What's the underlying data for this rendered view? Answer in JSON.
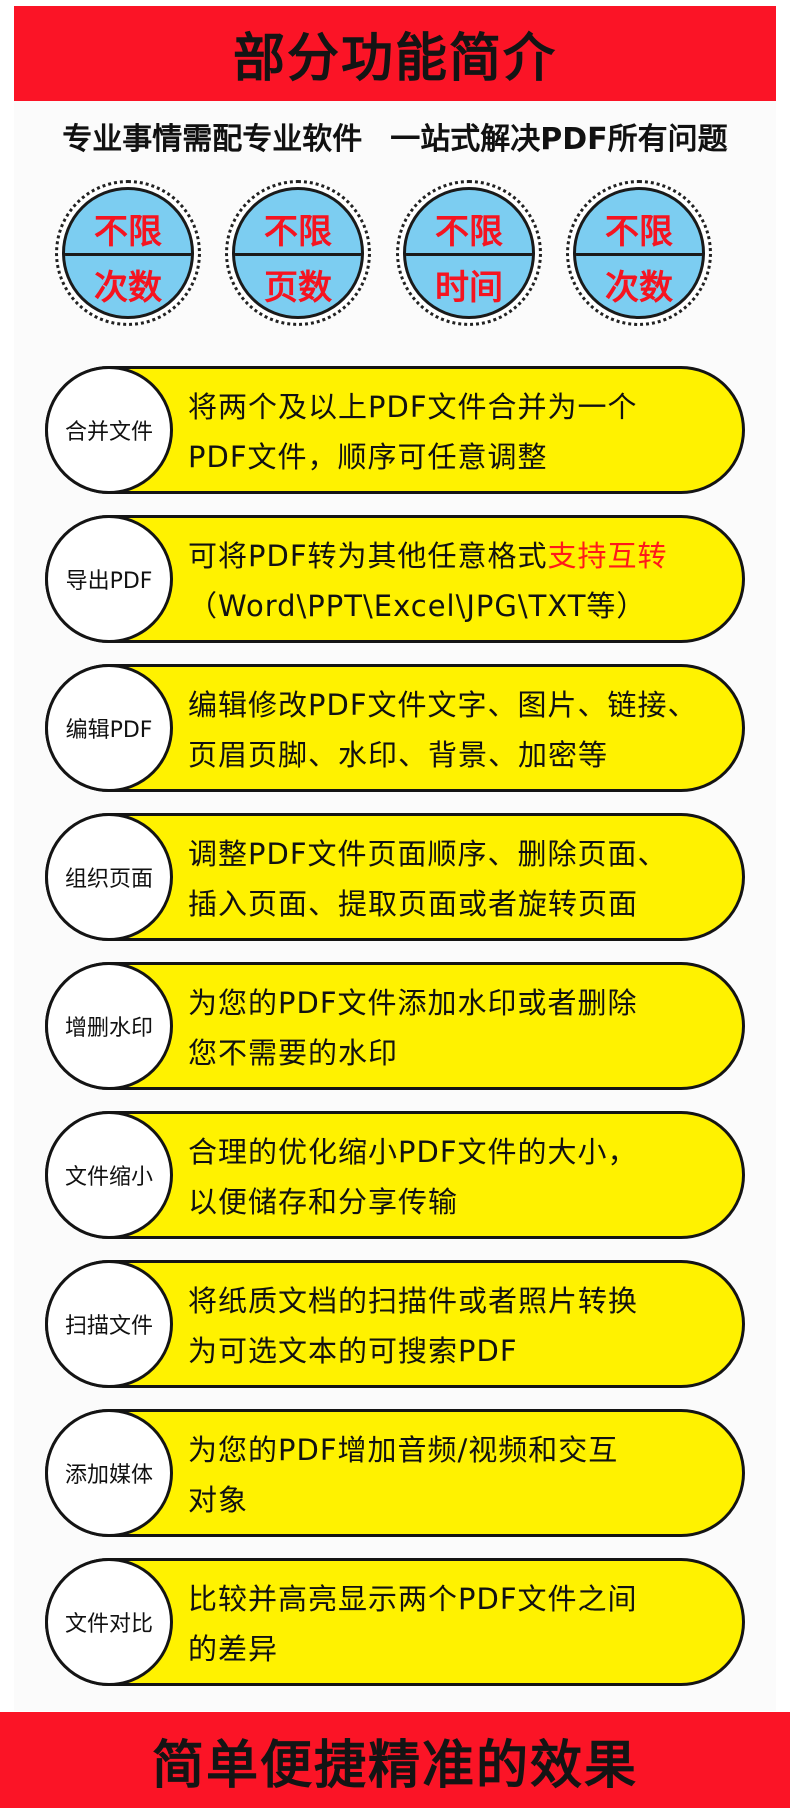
{
  "header": {
    "title": "部分功能简介"
  },
  "subtitle": {
    "left": "专业事情需配专业软件",
    "right": "一站式解决PDF所有问题"
  },
  "badges": [
    {
      "line1": "不限",
      "line2": "次数"
    },
    {
      "line1": "不限",
      "line2": "页数"
    },
    {
      "line1": "不限",
      "line2": "时间"
    },
    {
      "line1": "不限",
      "line2": "次数"
    }
  ],
  "features": [
    {
      "label": "合并文件",
      "line1": "将两个及以上PDF文件合并为一个",
      "line1_highlight": "",
      "line2": "PDF文件，顺序可任意调整"
    },
    {
      "label": "导出PDF",
      "line1": "可将PDF转为其他任意格式",
      "line1_highlight": "支持互转",
      "line2": "（Word\\PPT\\Excel\\JPG\\TXT等）"
    },
    {
      "label": "编辑PDF",
      "line1": "编辑修改PDF文件文字、图片、链接、",
      "line1_highlight": "",
      "line2": "页眉页脚、水印、背景、加密等"
    },
    {
      "label": "组织页面",
      "line1": "调整PDF文件页面顺序、删除页面、",
      "line1_highlight": "",
      "line2": "插入页面、提取页面或者旋转页面"
    },
    {
      "label": "增删水印",
      "line1": "为您的PDF文件添加水印或者删除",
      "line1_highlight": "",
      "line2": "您不需要的水印"
    },
    {
      "label": "文件缩小",
      "line1": "合理的优化缩小PDF文件的大小，",
      "line1_highlight": "",
      "line2": "以便储存和分享传输"
    },
    {
      "label": "扫描文件",
      "line1": "将纸质文档的扫描件或者照片转换",
      "line1_highlight": "",
      "line2": "为可选文本的可搜索PDF"
    },
    {
      "label": "添加媒体",
      "line1": "为您的PDF增加音频/视频和交互",
      "line1_highlight": "",
      "line2": "对象"
    },
    {
      "label": "文件对比",
      "line1": "比较并高亮显示两个PDF文件之间",
      "line1_highlight": "",
      "line2": "的差异"
    }
  ],
  "footer": {
    "title": "简单便捷精准的效果"
  },
  "colors": {
    "banner_red": "#fb1426",
    "pill_yellow": "#fff200",
    "badge_blue": "#7ccdf1",
    "highlight_red": "#ff1a1a"
  }
}
